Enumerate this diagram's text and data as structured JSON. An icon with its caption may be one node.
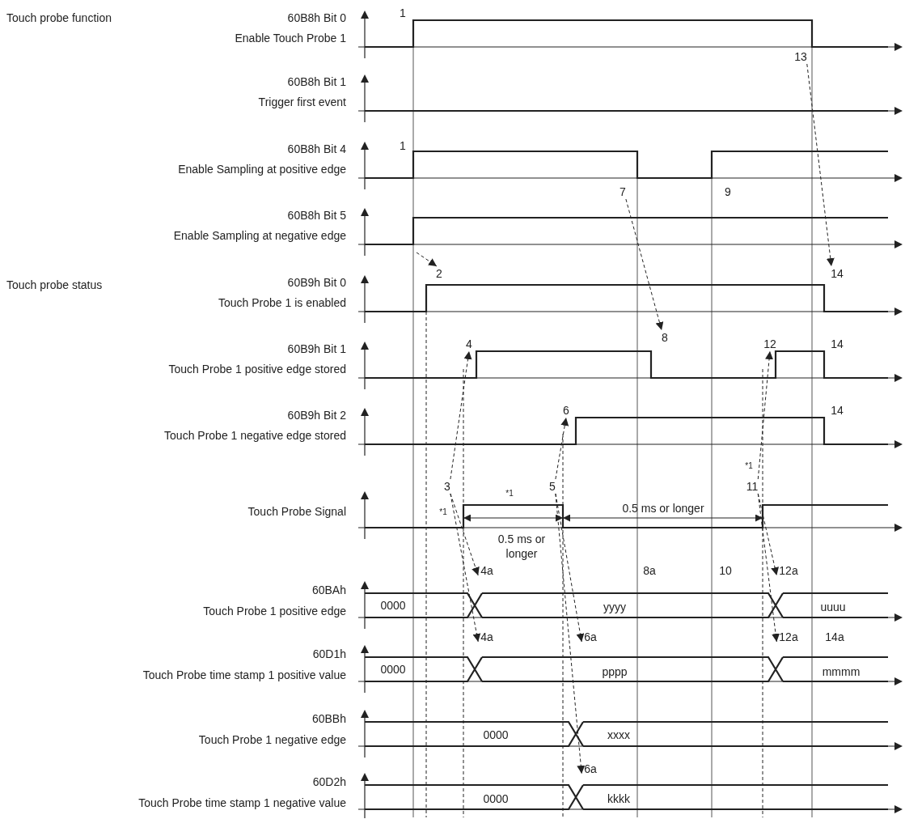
{
  "diagram": {
    "nodes": [
      {
        "text": [
          "13"
        ]
      },
      {
        "text": [
          "7"
        ]
      },
      {
        "text": [
          "2"
        ]
      },
      {
        "text": [
          "14"
        ]
      },
      {
        "text": [
          "8"
        ]
      },
      {
        "text": [
          "4"
        ]
      },
      {
        "text": [
          "12"
        ]
      },
      {
        "text": [
          "6"
        ]
      },
      {
        "text": [
          "3"
        ]
      },
      {
        "text": [
          "5"
        ]
      },
      {
        "text": [
          "11"
        ]
      },
      {
        "text": [
          "4a"
        ]
      },
      {
        "text": [
          "12a"
        ]
      },
      {
        "text": [
          "4a"
        ]
      },
      {
        "text": [
          "6a"
        ]
      },
      {
        "text": [
          "12a"
        ]
      },
      {
        "text": [
          "6a"
        ]
      }
    ],
    "edges": [
      {
        "from": null,
        "to": 2,
        "arrow": "to",
        "style": "dashed"
      },
      {
        "from": 0,
        "to": 3,
        "arrow": "to",
        "style": "dashed"
      },
      {
        "from": 1,
        "to": 4,
        "arrow": "to",
        "style": "dashed"
      },
      {
        "from": 8,
        "to": 5,
        "arrow": "to",
        "style": "dashed"
      },
      {
        "from": 9,
        "to": 7,
        "arrow": "to",
        "style": "dashed"
      },
      {
        "from": 10,
        "to": 6,
        "arrow": "to",
        "style": "dashed"
      },
      {
        "from": 8,
        "to": 11,
        "arrow": "to",
        "style": "dashed"
      },
      {
        "from": 8,
        "to": 13,
        "arrow": "to",
        "style": "dashed"
      },
      {
        "from": 9,
        "to": 14,
        "arrow": "to",
        "style": "dashed"
      },
      {
        "from": 9,
        "to": 16,
        "arrow": "to",
        "style": "dashed"
      },
      {
        "from": 10,
        "to": 12,
        "arrow": "to",
        "style": "dashed"
      },
      {
        "from": 10,
        "to": 15,
        "arrow": "to",
        "style": "dashed"
      }
    ],
    "labels": [
      "Touch probe function",
      "60B8h Bit 0",
      "1",
      "Enable Touch Probe 1",
      "60B8h Bit 1",
      "Trigger first event",
      "60B8h Bit 4",
      "1",
      "Enable Sampling at positive edge",
      "9",
      "60B8h Bit 5",
      "Enable Sampling at negative edge",
      "Touch probe status",
      "60B9h Bit 0",
      "Touch Probe 1 is enabled",
      "60B9h Bit 1",
      "14",
      "Touch Probe 1 positive edge stored",
      "60B9h Bit 2",
      "14",
      "Touch Probe 1 negative edge stored",
      "*1",
      "*1",
      "Touch Probe Signal",
      "*1",
      "0.5 ms or longer",
      "0.5 ms or longer",
      "8a",
      "10",
      "60BAh",
      "Touch Probe 1 positive edge",
      "0000",
      "yyyy",
      "uuuu",
      "14a",
      "60D1h",
      "Touch Probe time stamp 1 positive value",
      "0000",
      "pppp",
      "mmmm",
      "60BBh",
      "Touch Probe 1 negative edge",
      "0000",
      "xxxx",
      "60D2h",
      "Touch Probe time stamp 1 negative value",
      "0000",
      "kkkk"
    ]
  }
}
